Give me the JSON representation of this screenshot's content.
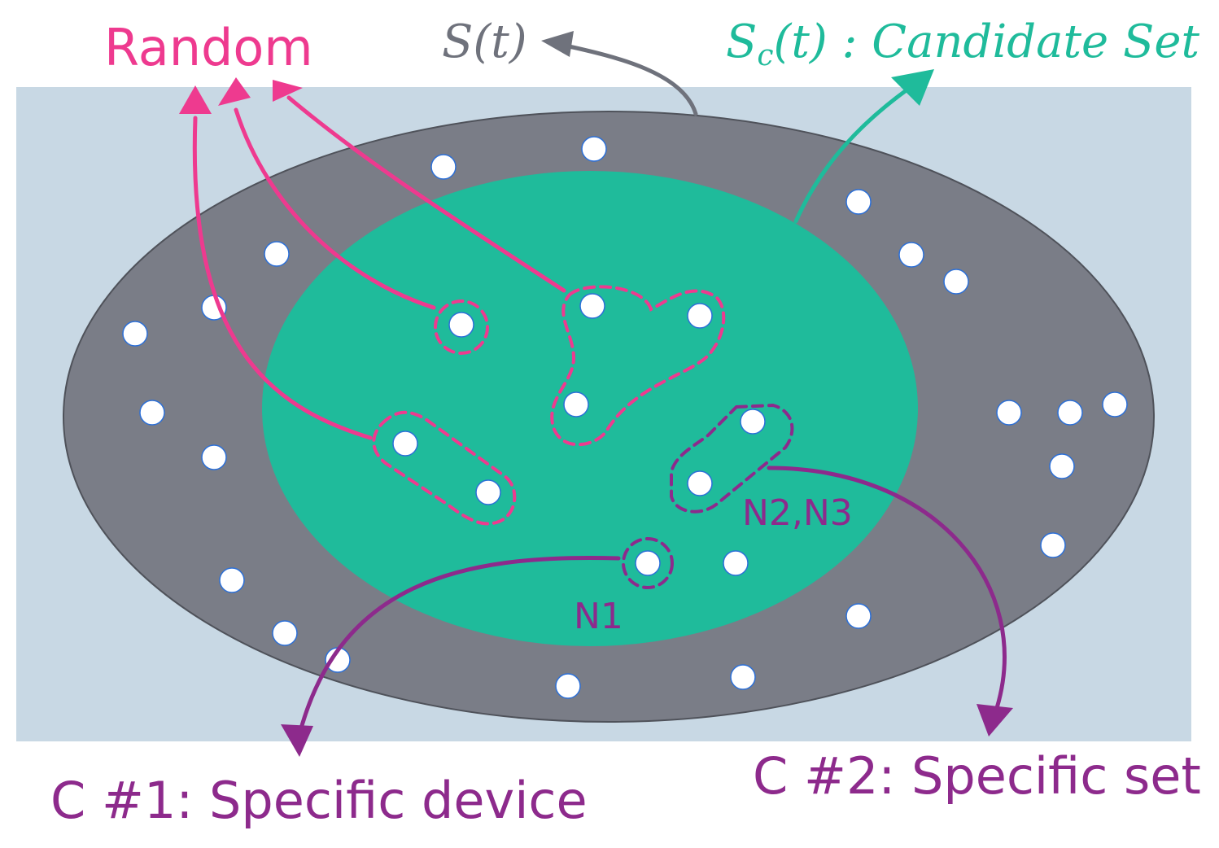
{
  "colors": {
    "background": "#c8d8e4",
    "outer_ellipse": "#7a7d87",
    "candidate_ellipse": "#1fbb9b",
    "random": "#ee3a8f",
    "purple": "#8d2a8c",
    "gray_arrow": "#6f727c",
    "node": "#ffffff"
  },
  "labels": {
    "random": "Random",
    "s_t": "S(t)",
    "sc_t_main": "S",
    "sc_t_sub": "c",
    "sc_t_rest": "(t) : Candidate Set",
    "n1": "N1",
    "n2n3": "N2,N3",
    "c1": "C #1: Specific device",
    "c2": "C #2: Specific set"
  }
}
